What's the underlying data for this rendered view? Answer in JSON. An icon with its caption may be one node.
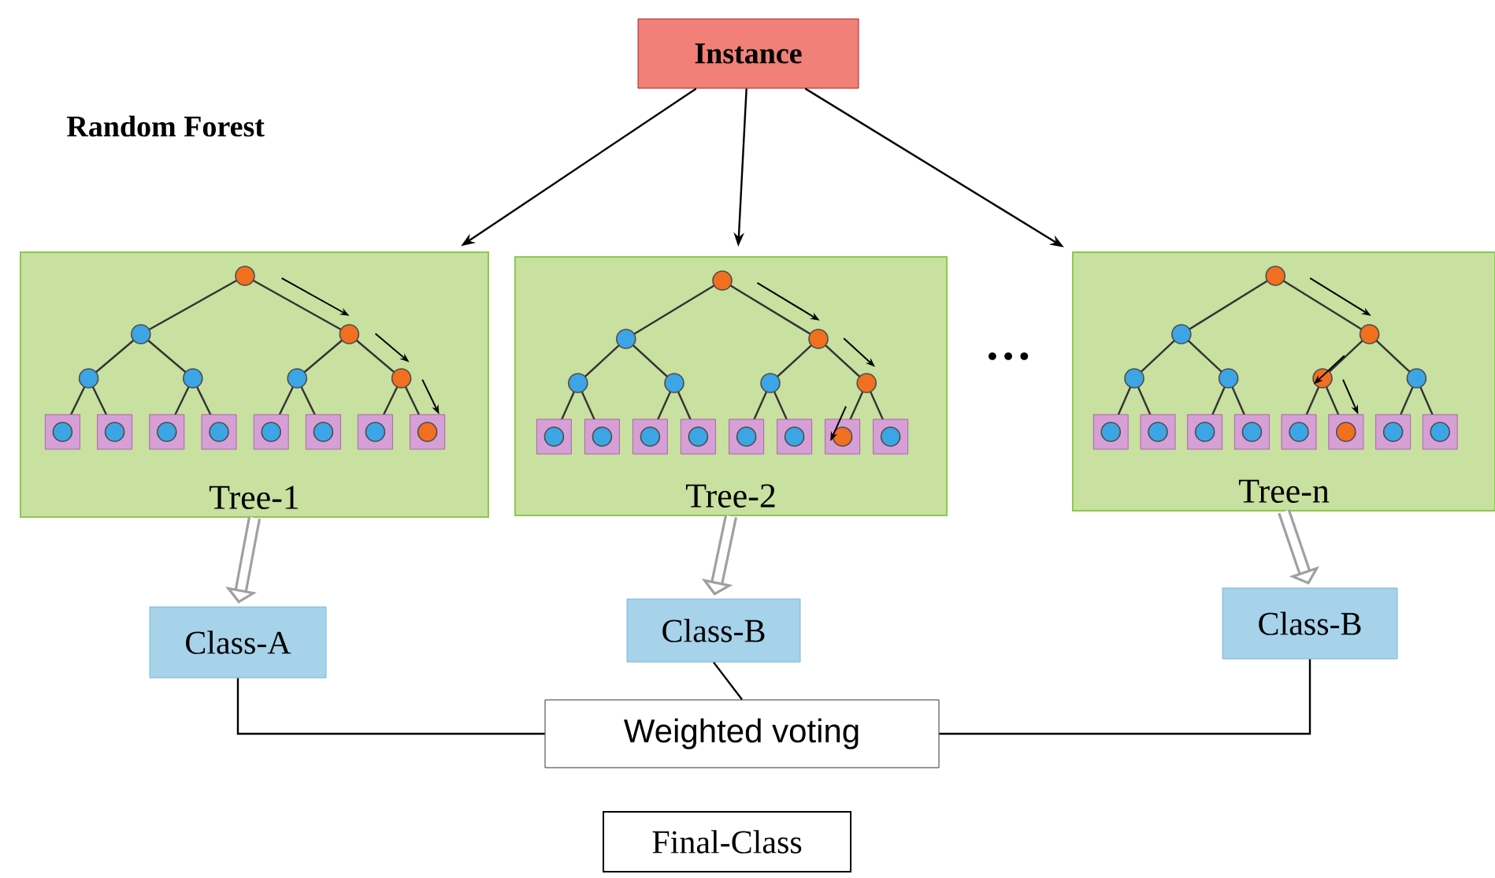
{
  "diagram": {
    "nodes": [
      {
        "text": [
          "Instance"
        ]
      },
      {
        "text": [
          "Tree-1"
        ]
      },
      {
        "text": [
          "Tree-2"
        ]
      },
      {
        "text": [
          "Tree-n"
        ]
      },
      {
        "text": [
          "Class-A"
        ]
      },
      {
        "text": [
          "Class-B"
        ]
      },
      {
        "text": [
          "Class-B"
        ]
      },
      {
        "text": [
          "Weighted voting"
        ]
      },
      {
        "text": [
          "Final-Class"
        ]
      }
    ],
    "edges": [
      {
        "from": 0,
        "to": 1,
        "arrow": "to"
      },
      {
        "from": 0,
        "to": 2,
        "arrow": "to"
      },
      {
        "from": 0,
        "to": 3,
        "arrow": "to"
      },
      {
        "from": 1,
        "to": 4,
        "arrow": "to",
        "style": "thick",
        "color": "#a0a0a0"
      },
      {
        "from": 2,
        "to": 5,
        "arrow": "to",
        "style": "thick",
        "color": "#a0a0a0"
      },
      {
        "from": 3,
        "to": 6,
        "arrow": "to",
        "style": "thick",
        "color": "#a0a0a0"
      },
      {
        "from": 4,
        "to": 7,
        "arrow": "none"
      },
      {
        "from": 5,
        "to": 7,
        "arrow": "none"
      },
      {
        "from": 6,
        "to": 7,
        "arrow": "none"
      }
    ],
    "labels": [
      "Random Forest",
      "…"
    ]
  }
}
